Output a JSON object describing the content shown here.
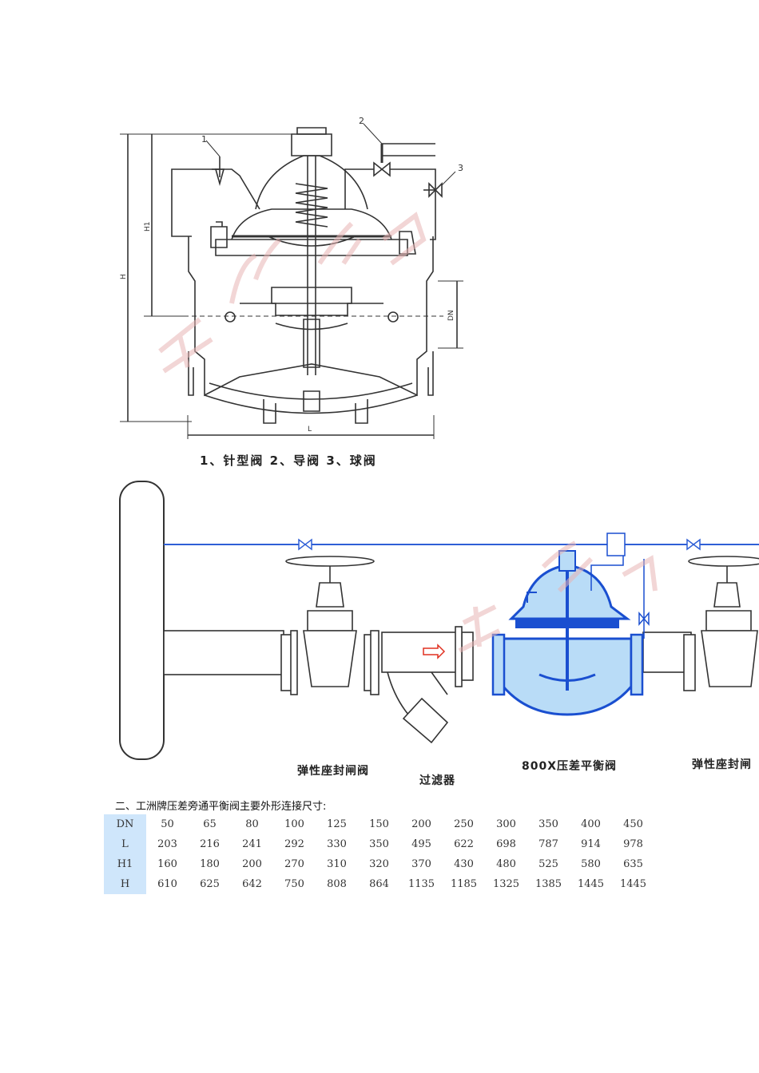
{
  "figure1": {
    "caption": "1、针型阀 2、导阀  3、球阀",
    "callouts": [
      "1",
      "2",
      "3"
    ],
    "dimension_labels": {
      "h": "H",
      "h1": "H1",
      "dn": "DN",
      "l": "L"
    }
  },
  "figure2": {
    "labels": {
      "gate_valve_left": "弹性座封闸阀",
      "filter": "过滤器",
      "main_valve": "800X压差平衡阀",
      "gate_valve_right": "弹性座封闸"
    }
  },
  "colors": {
    "valve_blue": "#1a4fd0",
    "valve_fill": "#b9dcf7",
    "line_blue": "#2f5fd6",
    "header_bg": "#cfe6fb",
    "flow_arrow": "#e03020"
  },
  "section_title": "二、工洲牌压差旁通平衡阀主要外形连接尺寸:",
  "table": {
    "rows": [
      {
        "label": "DN",
        "values": [
          "50",
          "65",
          "80",
          "100",
          "125",
          "150",
          "200",
          "250",
          "300",
          "350",
          "400",
          "450"
        ]
      },
      {
        "label": "L",
        "values": [
          "203",
          "216",
          "241",
          "292",
          "330",
          "350",
          "495",
          "622",
          "698",
          "787",
          "914",
          "978"
        ]
      },
      {
        "label": "H1",
        "values": [
          "160",
          "180",
          "200",
          "270",
          "310",
          "320",
          "370",
          "430",
          "480",
          "525",
          "580",
          "635"
        ]
      },
      {
        "label": "H",
        "values": [
          "610",
          "625",
          "642",
          "750",
          "808",
          "864",
          "1135",
          "1185",
          "1325",
          "1385",
          "1445",
          "1445"
        ]
      }
    ]
  }
}
